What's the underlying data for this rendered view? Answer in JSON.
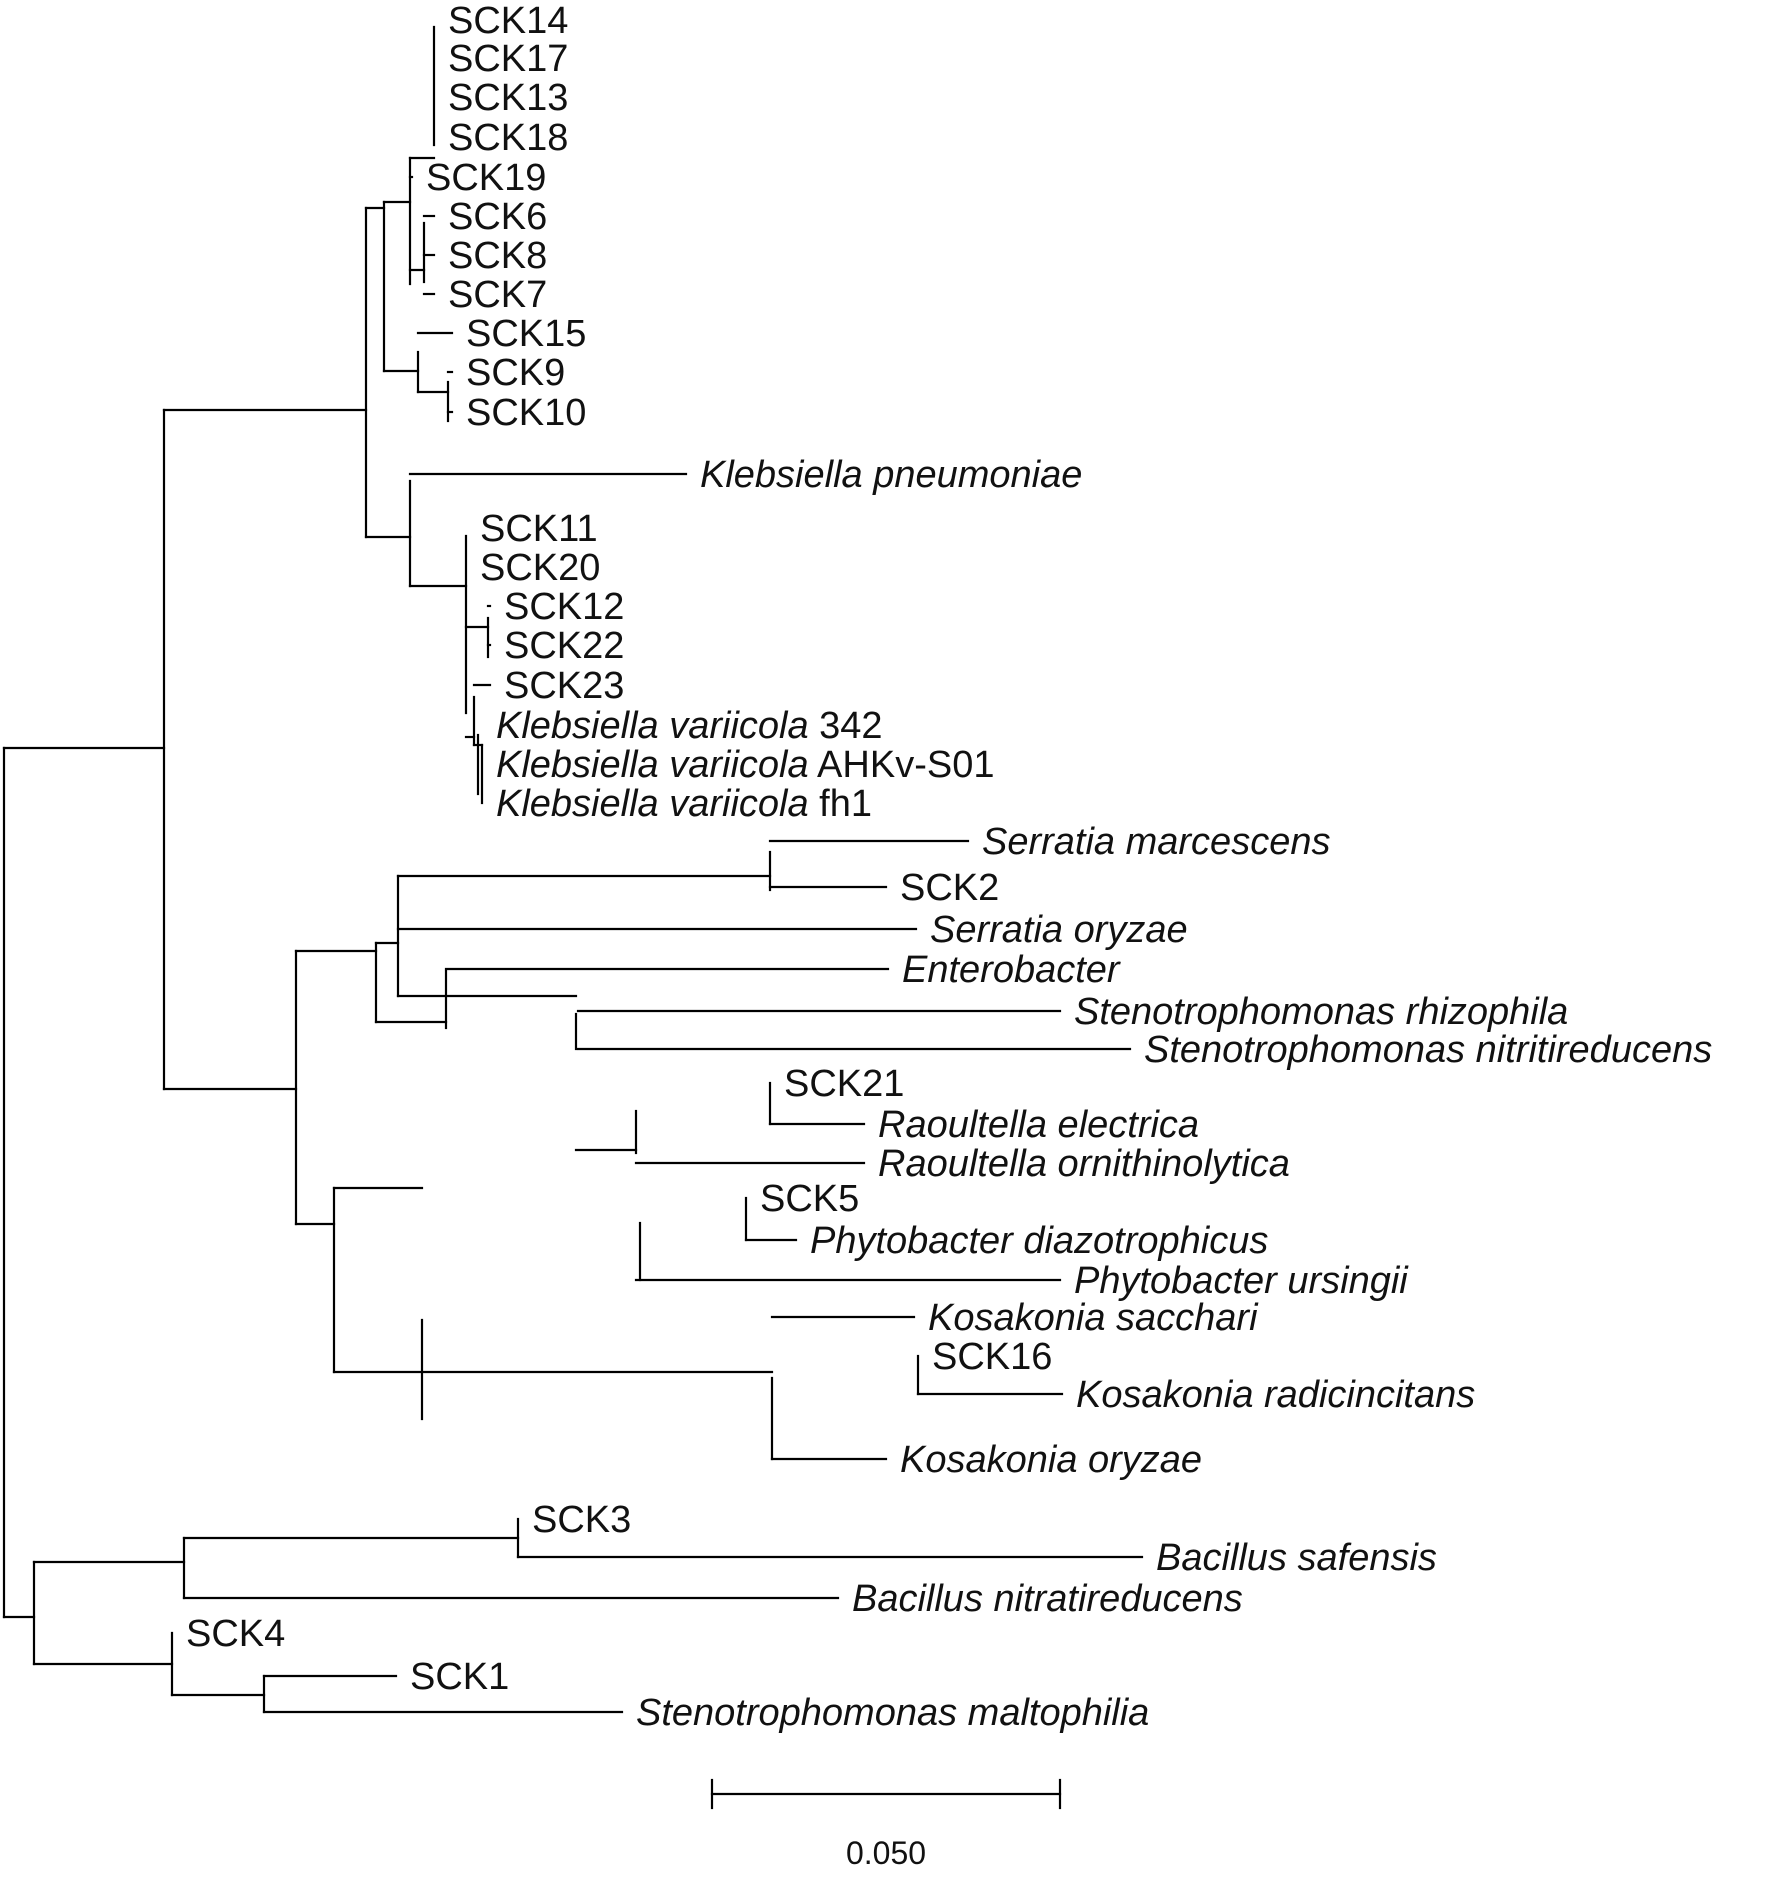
{
  "tree": {
    "style": {
      "line_color": "#000000",
      "text_color": "#111111",
      "background": "#ffffff"
    },
    "leaves": [
      {
        "segments": [
          {
            "text": "SCK14",
            "italic": false
          }
        ]
      },
      {
        "segments": [
          {
            "text": "SCK17",
            "italic": false
          }
        ]
      },
      {
        "segments": [
          {
            "text": "SCK13",
            "italic": false
          }
        ]
      },
      {
        "segments": [
          {
            "text": "SCK18",
            "italic": false
          }
        ]
      },
      {
        "segments": [
          {
            "text": "SCK19",
            "italic": false
          }
        ]
      },
      {
        "segments": [
          {
            "text": "SCK6",
            "italic": false
          }
        ]
      },
      {
        "segments": [
          {
            "text": "SCK8",
            "italic": false
          }
        ]
      },
      {
        "segments": [
          {
            "text": "SCK7",
            "italic": false
          }
        ]
      },
      {
        "segments": [
          {
            "text": "SCK15",
            "italic": false
          }
        ]
      },
      {
        "segments": [
          {
            "text": "SCK9",
            "italic": false
          }
        ]
      },
      {
        "segments": [
          {
            "text": "SCK10",
            "italic": false
          }
        ]
      },
      {
        "segments": [
          {
            "text": "Klebsiella pneumoniae",
            "italic": true
          }
        ]
      },
      {
        "segments": [
          {
            "text": "SCK11",
            "italic": false
          }
        ]
      },
      {
        "segments": [
          {
            "text": "SCK20",
            "italic": false
          }
        ]
      },
      {
        "segments": [
          {
            "text": "SCK12",
            "italic": false
          }
        ]
      },
      {
        "segments": [
          {
            "text": "SCK22",
            "italic": false
          }
        ]
      },
      {
        "segments": [
          {
            "text": "SCK23",
            "italic": false
          }
        ]
      },
      {
        "segments": [
          {
            "text": "Klebsiella variicola",
            "italic": true
          },
          {
            "text": " 342",
            "italic": false
          }
        ]
      },
      {
        "segments": [
          {
            "text": "Klebsiella variicola",
            "italic": true
          },
          {
            "text": " AHKv-S01",
            "italic": false
          }
        ]
      },
      {
        "segments": [
          {
            "text": "Klebsiella variicola",
            "italic": true
          },
          {
            "text": " fh1",
            "italic": false
          }
        ]
      },
      {
        "segments": [
          {
            "text": "Serratia marcescens",
            "italic": true
          }
        ]
      },
      {
        "segments": [
          {
            "text": "SCK2",
            "italic": false
          }
        ]
      },
      {
        "segments": [
          {
            "text": "Serratia oryzae",
            "italic": true
          }
        ]
      },
      {
        "segments": [
          {
            "text": "Enterobacter",
            "italic": true
          }
        ]
      },
      {
        "segments": [
          {
            "text": "Stenotrophomonas rhizophila",
            "italic": true
          }
        ]
      },
      {
        "segments": [
          {
            "text": "Stenotrophomonas nitritireducens",
            "italic": true
          }
        ]
      },
      {
        "segments": [
          {
            "text": "SCK21",
            "italic": false
          }
        ]
      },
      {
        "segments": [
          {
            "text": "Raoultella electrica",
            "italic": true
          }
        ]
      },
      {
        "segments": [
          {
            "text": "Raoultella ornithinolytica",
            "italic": true
          }
        ]
      },
      {
        "segments": [
          {
            "text": "SCK5",
            "italic": false
          }
        ]
      },
      {
        "segments": [
          {
            "text": "Phytobacter diazotrophicus",
            "italic": true
          }
        ]
      },
      {
        "segments": [
          {
            "text": "Phytobacter ursingii",
            "italic": true
          }
        ]
      },
      {
        "segments": [
          {
            "text": "Kosakonia sacchari",
            "italic": true
          }
        ]
      },
      {
        "segments": [
          {
            "text": "SCK16",
            "italic": false
          }
        ]
      },
      {
        "segments": [
          {
            "text": "Kosakonia radicincitans",
            "italic": true
          }
        ]
      },
      {
        "segments": [
          {
            "text": "Kosakonia oryzae",
            "italic": true
          }
        ]
      },
      {
        "segments": [
          {
            "text": "SCK3",
            "italic": false
          }
        ]
      },
      {
        "segments": [
          {
            "text": "Bacillus safensis",
            "italic": true
          }
        ]
      },
      {
        "segments": [
          {
            "text": "Bacillus nitratireducens",
            "italic": true
          }
        ]
      },
      {
        "segments": [
          {
            "text": "SCK4",
            "italic": false
          }
        ]
      },
      {
        "segments": [
          {
            "text": "SCK1",
            "italic": false
          }
        ]
      },
      {
        "segments": [
          {
            "text": "Stenotrophomonas maltophilia",
            "italic": true
          }
        ]
      }
    ],
    "scale_bar": {
      "label": "0.050",
      "value": 0.05
    }
  }
}
